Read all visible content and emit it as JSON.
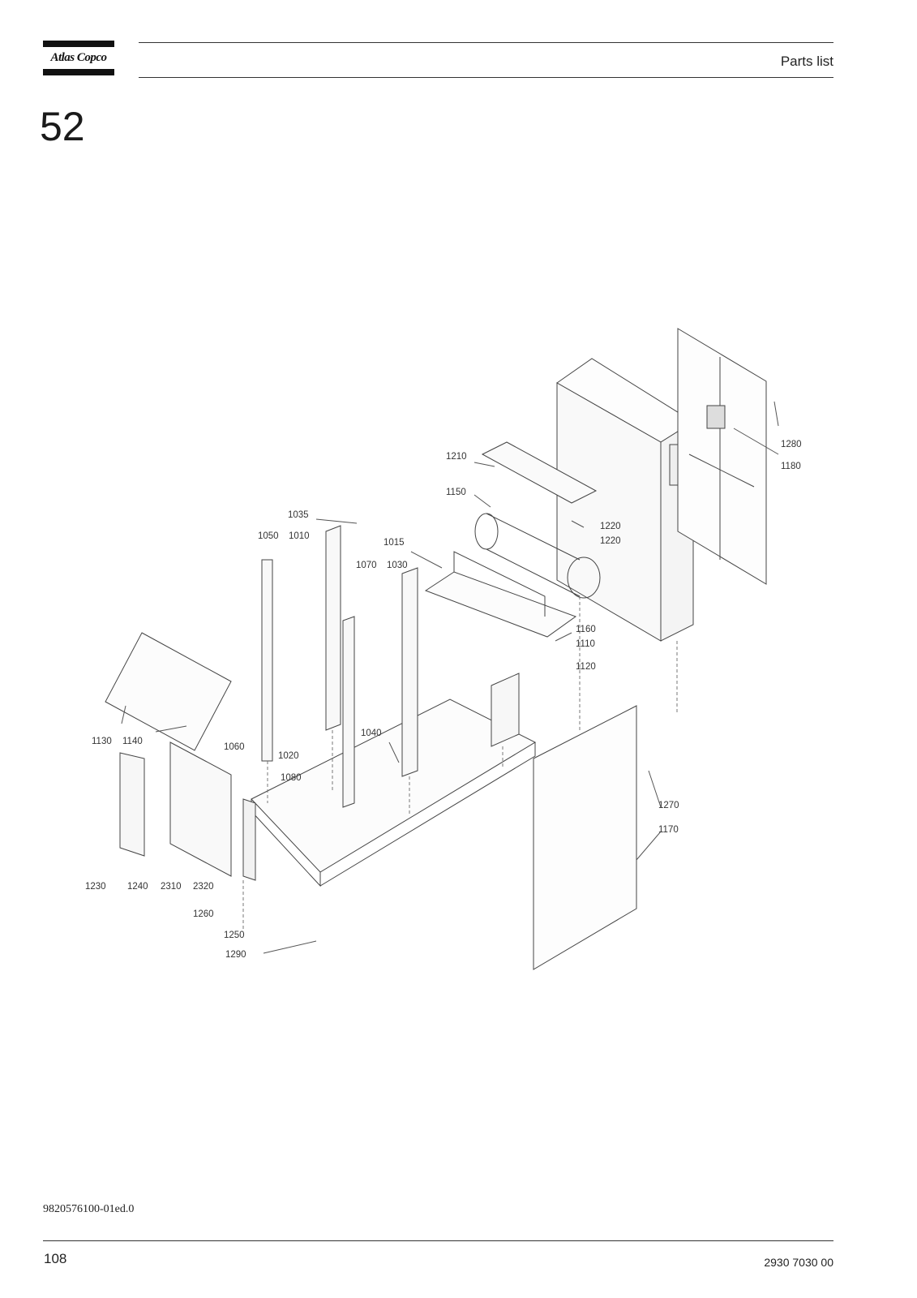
{
  "header": {
    "brand": "Atlas Copco",
    "title": "Parts list"
  },
  "section": {
    "number": "52"
  },
  "drawing": {
    "part_labels": [
      "1210",
      "1150",
      "1220",
      "1220",
      "1280",
      "1180",
      "1035",
      "1050",
      "1010",
      "1015",
      "1070",
      "1030",
      "1160",
      "1110",
      "1120",
      "1130",
      "1140",
      "1060",
      "1020",
      "1040",
      "1080",
      "1270",
      "1170",
      "1230",
      "1240",
      "2310",
      "2320",
      "1260",
      "1250",
      "1290"
    ]
  },
  "footer": {
    "document_code": "9820576100-01ed.0",
    "page_number": "108",
    "manual_number": "2930 7030 00"
  }
}
